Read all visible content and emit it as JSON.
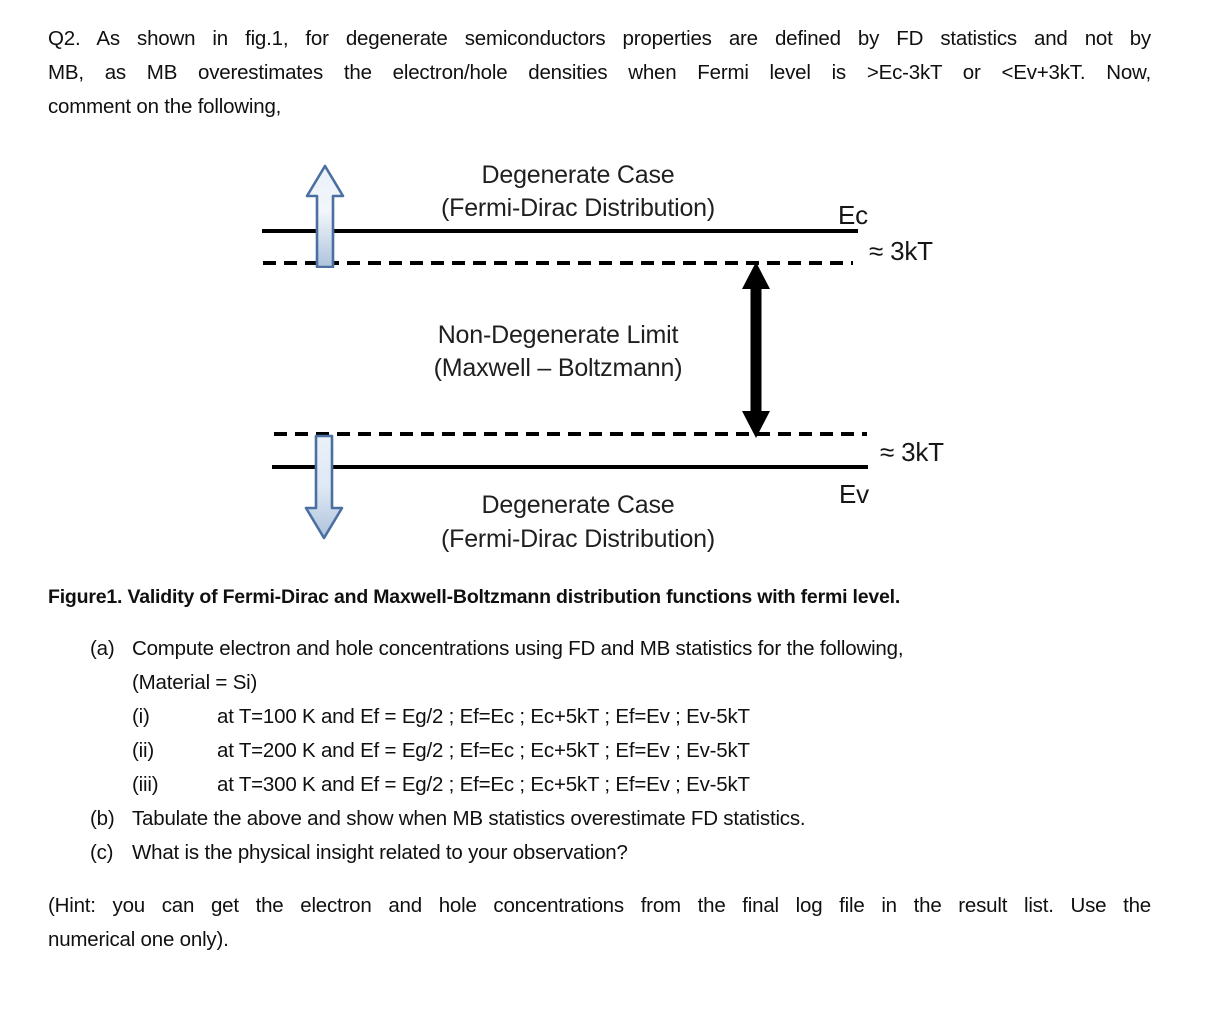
{
  "question": {
    "lines": [
      "Q2. As shown in fig.1, for degenerate semiconductors properties are defined by FD statistics and not by",
      "MB, as MB overestimates the electron/hole densities when Fermi level is >Ec-3kT or <Ev+3kT. Now,",
      "comment on the following,"
    ]
  },
  "figure": {
    "labels": {
      "top_case": [
        "Degenerate Case",
        "(Fermi-Dirac Distribution)"
      ],
      "ec": "Ec",
      "gap_top": "≈ 3kT",
      "mid": [
        "Non-Degenerate Limit",
        "(Maxwell – Boltzmann)"
      ],
      "gap_bottom": "≈ 3kT",
      "ev": "Ev",
      "bottom_case": [
        "Degenerate Case",
        "(Fermi-Dirac Distribution)"
      ]
    },
    "icons": {
      "up_arrow": "block-arrow-up",
      "down_arrow": "block-arrow-down",
      "double_arrow": "double-headed-arrow-vertical"
    },
    "colors": {
      "band_line": "#000000",
      "arrow_outline": "#4a6fa0",
      "arrow_fill_light": "#eaf1f8",
      "arrow_fill_dark": "#aec3dd",
      "double_arrow": "#000000"
    }
  },
  "caption": "Figure1. Validity of Fermi-Dirac and Maxwell-Boltzmann distribution functions with fermi level.",
  "section_a": {
    "label": "(a)",
    "text": "Compute electron and hole concentrations using FD and MB statistics for the following,",
    "material": "(Material = Si)",
    "subitems": [
      {
        "label": "(i)",
        "text": "at T=100 K and Ef = Eg/2 ; Ef=Ec ; Ec+5kT ; Ef=Ev ; Ev-5kT"
      },
      {
        "label": "(ii)",
        "text": "at T=200 K and Ef = Eg/2 ; Ef=Ec ; Ec+5kT ; Ef=Ev ; Ev-5kT"
      },
      {
        "label": "(iii)",
        "text": "at T=300 K and Ef = Eg/2 ; Ef=Ec ; Ec+5kT ; Ef=Ev ; Ev-5kT"
      }
    ]
  },
  "section_b": {
    "label": "(b)",
    "text": "Tabulate the above and show when MB statistics overestimate FD statistics."
  },
  "section_c": {
    "label": "(c)",
    "text": "What is the physical insight related to your observation?"
  },
  "hint": {
    "lines": [
      "(Hint: you can get the electron and hole concentrations from the final log file in the result list. Use the",
      "numerical one only)."
    ]
  }
}
